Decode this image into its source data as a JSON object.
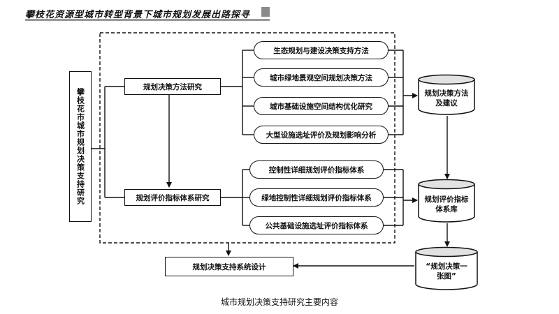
{
  "header": {
    "title": "攀枝花资源型城市转型背景下城市规划发展出路探寻"
  },
  "diagram": {
    "root": "攀枝花市城市规划决策支持研究",
    "branches": [
      {
        "label": "规划决策方法研究",
        "items": [
          "生态规划与建设决策支持方法",
          "城市绿地景观空间规划决策方法",
          "城市基础设施空间结构优化研究",
          "大型设施选址评价及规划影响分析"
        ]
      },
      {
        "label": "规划评价指标体系研究",
        "items": [
          "控制性详细规划评价指标体系",
          "绿地控制性详细规划评价指标体系",
          "公共基础设施选址评价指标体系"
        ]
      }
    ],
    "outputs": [
      "规划决策方法\n及建议",
      "规划评价指标\n体系库",
      "“规划决策一\n张图”"
    ],
    "final": "规划决策支持系统设计"
  },
  "caption": "城市规划决策支持研究主要内容"
}
